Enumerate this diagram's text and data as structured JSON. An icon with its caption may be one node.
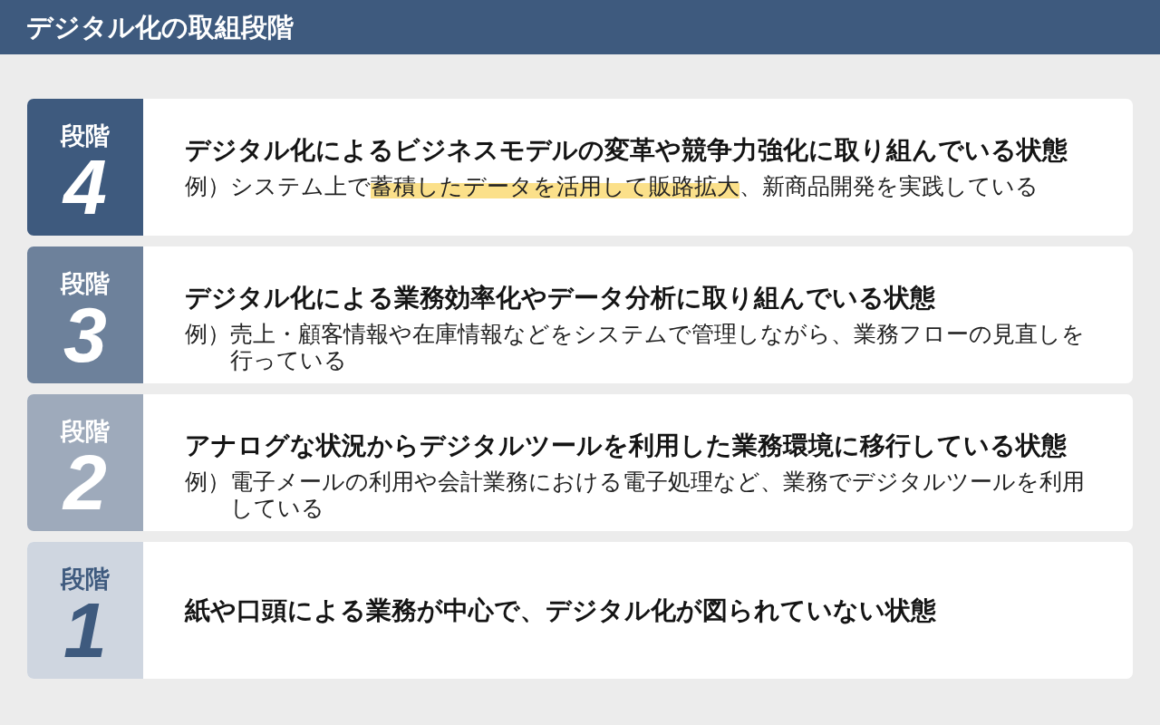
{
  "diagram": {
    "title": "デジタル化の取組段階",
    "nodes": [
      {
        "text": [
          "デジタル化によるビジネスモデルの変革や競争力強化に取り組んでいる状態",
          "例）システム上で蓄積したデータを活用して販路拡大、新商品開発を実践している"
        ]
      },
      {
        "text": [
          "段階",
          "4"
        ],
        "in": 0
      },
      {
        "text": [
          "デジタル化による業務効率化やデータ分析に取り組んでいる状態",
          "例）売上・顧客情報や在庫情報などをシステムで管理しながら、業務フローの見直しを行っている"
        ]
      },
      {
        "text": [
          "段階",
          "3"
        ],
        "in": 2
      },
      {
        "text": [
          "アナログな状況からデジタルツールを利用した業務環境に移行している状態",
          "例）電子メールの利用や会計業務における電子処理など、業務でデジタルツールを利用している"
        ]
      },
      {
        "text": [
          "段階",
          "2"
        ],
        "in": 4
      },
      {
        "text": [
          "紙や口頭による業務が中心で、デジタル化が図られていない状態"
        ]
      },
      {
        "text": [
          "段階",
          "1"
        ],
        "in": 6
      }
    ]
  }
}
